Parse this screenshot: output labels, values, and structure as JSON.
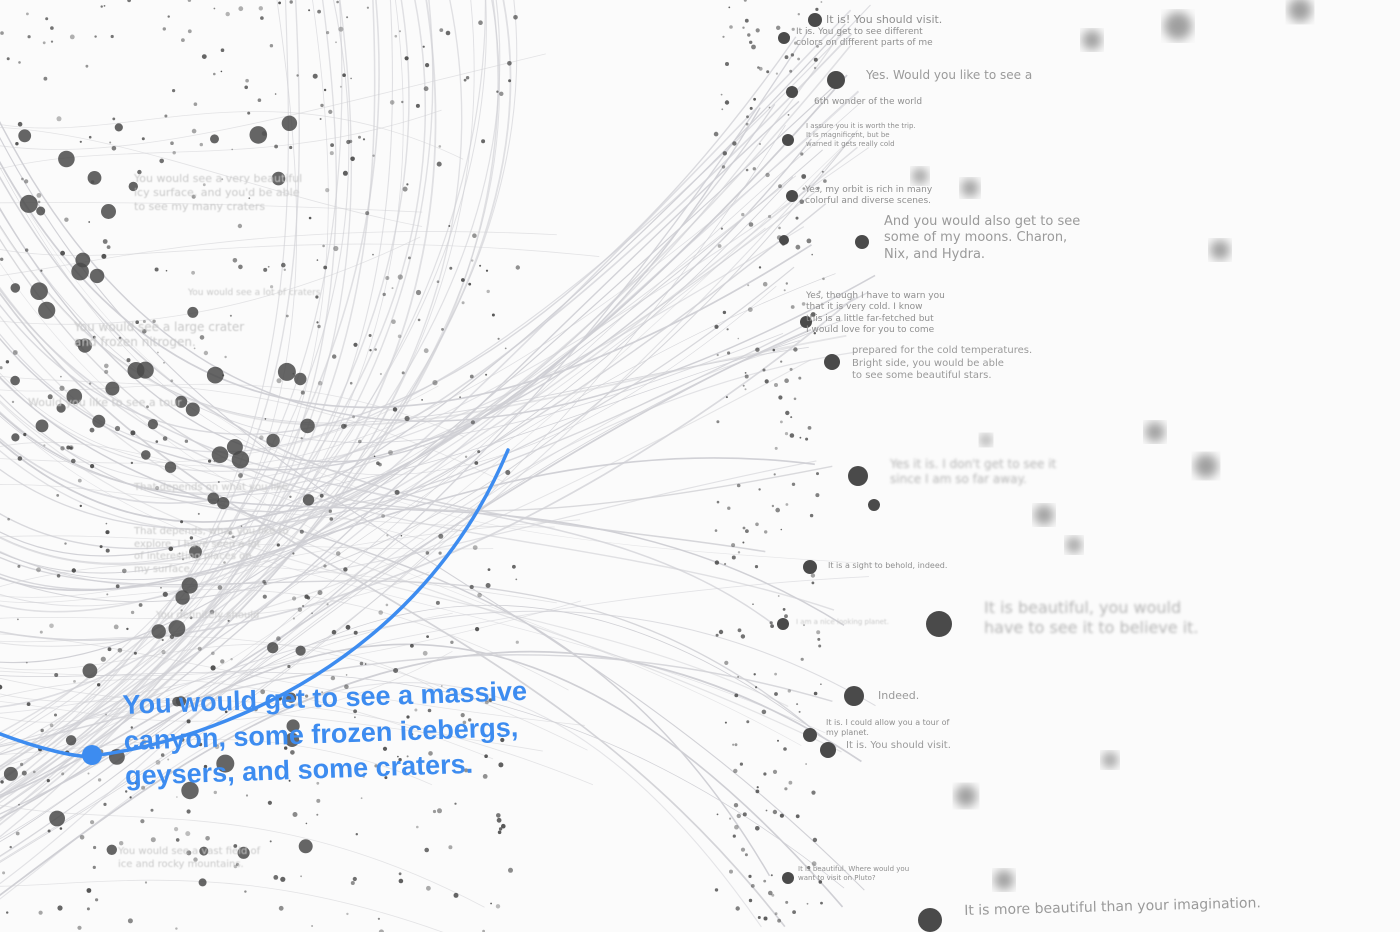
{
  "highlight": {
    "text": "You would get to see a massive\ncanyon, some frozen icebergs,\ngeysers, and some craters.",
    "color": "#3d8cf0"
  },
  "labels": [
    {
      "id": "l1",
      "text": "It is! You should visit."
    },
    {
      "id": "l2",
      "text": "It is. You get to see different\ncolors on different parts of me"
    },
    {
      "id": "l3",
      "text": "Yes. Would you like to see a"
    },
    {
      "id": "l4",
      "text": "6th wonder of the world"
    },
    {
      "id": "l5",
      "text": "I assure you it is worth the trip.\nIt is magnificent, but be\nwarned it gets really cold"
    },
    {
      "id": "l6",
      "text": "Yes, my orbit is rich in many\ncolorful and diverse scenes."
    },
    {
      "id": "l7",
      "text": "And you would also get to see\nsome of my moons. Charon,\nNix, and Hydra."
    },
    {
      "id": "l8",
      "text": "Yes, though I have to warn you\nthat it is very cold. I know\nthis is a little far-fetched but\nI would love for you to come"
    },
    {
      "id": "l9",
      "text": "prepared for the cold temperatures.\nBright side, you would be able\nto see some beautiful stars."
    },
    {
      "id": "l10",
      "text": "Yes it is. I don't get to see it\nsince I am so far away."
    },
    {
      "id": "l11",
      "text": "It is a sight to behold, indeed."
    },
    {
      "id": "l12",
      "text": "It is beautiful, you would\nhave to see it to believe it."
    },
    {
      "id": "l13",
      "text": "Indeed."
    },
    {
      "id": "l14",
      "text": "It is. I could allow you a tour of\nmy planet."
    },
    {
      "id": "l15",
      "text": "It is. You should visit."
    },
    {
      "id": "l16",
      "text": "It is beautiful. Where would you\nwant to visit on Pluto?"
    },
    {
      "id": "l17",
      "text": "It is more beautiful than your imagination."
    },
    {
      "id": "l18",
      "text": "You would see a very beautiful\nicy surface, and you'd be able\nto see my many craters"
    },
    {
      "id": "l19",
      "text": "You would see a lot of craters"
    },
    {
      "id": "l20",
      "text": "You would see a large crater\nand frozen nitrogen."
    },
    {
      "id": "l21",
      "text": "You would see a vast field of\nice and rocky mountains."
    },
    {
      "id": "l22",
      "text": "I am a nice looking planet."
    },
    {
      "id": "l23",
      "text": "That depends on what you like"
    },
    {
      "id": "l24",
      "text": "That depends, what you like to\nexplore. I have seen a lot\nof interesting places on\nmy surface."
    },
    {
      "id": "l25",
      "text": "You definitely should"
    },
    {
      "id": "l26",
      "text": "Would you like to see a tour"
    }
  ],
  "colors": {
    "background": "#fbfbfb",
    "thread": "#cfcfd4",
    "dot": "#4a4a4a",
    "accent": "#3d8cf0"
  }
}
